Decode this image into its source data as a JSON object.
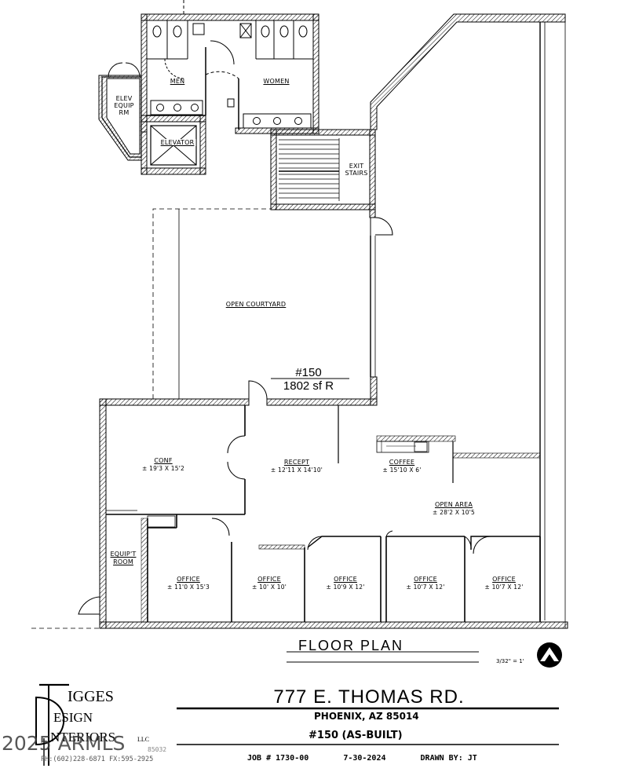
{
  "rooms": {
    "men": "MEN",
    "women": "WOMEN",
    "elev_equip": [
      "ELEV",
      "EQUIP",
      "RM"
    ],
    "elevator": "ELEVATOR",
    "exit_stairs": [
      "EXIT",
      "STAIRS"
    ],
    "open_courtyard": "OPEN COURTYARD",
    "conf": {
      "name": "CONF",
      "dim": "± 19'3 X 15'2"
    },
    "recept": {
      "name": "RECEPT",
      "dim": "± 12'11 X 14'10'"
    },
    "coffee": {
      "name": "COFFEE",
      "dim": "± 15'10 X 6'"
    },
    "open_area": {
      "name": "OPEN AREA",
      "dim": "± 28'2 X 10'5"
    },
    "equipt_room": [
      "EQUIP'T",
      "ROOM"
    ],
    "offices": [
      {
        "name": "OFFICE",
        "dim": "± 11'0 X 15'3"
      },
      {
        "name": "OFFICE",
        "dim": "± 10' X 10'"
      },
      {
        "name": "OFFICE",
        "dim": "± 10'9 X 12'"
      },
      {
        "name": "OFFICE",
        "dim": "± 10'7 X 12'"
      },
      {
        "name": "OFFICE",
        "dim": "± 10'7 X 12'"
      }
    ]
  },
  "unit": {
    "number": "#150",
    "area": "1802 sf R"
  },
  "title_block": {
    "plan_title": "FLOOR PLAN",
    "scale": "3/32\" = 1'",
    "address": "777 E. THOMAS RD.",
    "city": "PHOENIX, AZ   85014",
    "suite": "#150 (AS-BUILT)",
    "job": "JOB # 1730-00",
    "date": "7-30-2024",
    "drawn_by": "DRAWN BY: JT"
  },
  "logo": {
    "line1": "IGGES",
    "line2": "ESIGN",
    "line3": "NTERIORS",
    "llc": "LLC",
    "zip": "85032",
    "phone": "PH:(602)228-6871  FX:595-2925"
  },
  "watermark": "2025 ARMLS"
}
